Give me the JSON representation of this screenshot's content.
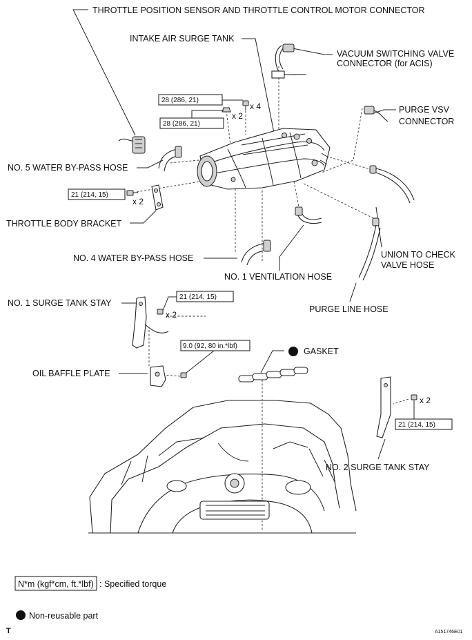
{
  "labels": {
    "throttle_sensor": "THROTTLE POSITION SENSOR AND THROTTLE CONTROL MOTOR CONNECTOR",
    "surge_tank": "INTAKE AIR SURGE TANK",
    "vsv_line1": "VACUUM SWITCHING VALVE",
    "vsv_line2": "CONNECTOR (for ACIS)",
    "purge_vsv_line1": "PURGE VSV",
    "purge_vsv_line2": "CONNECTOR",
    "water_hose_5": "NO. 5 WATER BY-PASS HOSE",
    "throttle_bracket": "THROTTLE BODY BRACKET",
    "water_hose_4": "NO. 4 WATER BY-PASS HOSE",
    "ventilation_hose": "NO. 1 VENTILATION HOSE",
    "union_line1": "UNION TO CHECK",
    "union_line2": "VALVE HOSE",
    "purge_line_hose": "PURGE LINE HOSE",
    "surge_stay_1": "NO. 1 SURGE TANK STAY",
    "oil_baffle": "OIL BAFFLE PLATE",
    "gasket": "GASKET",
    "surge_stay_2": "NO. 2 SURGE TANK STAY"
  },
  "torques": {
    "t1": "28 (286, 21)",
    "t2": "28 (286, 21)",
    "t3": "21 (214, 15)",
    "t4": "21 (214, 15)",
    "t5": "9.0 (92, 80 in.*lbf)",
    "t6": "21 (214, 15)"
  },
  "multipliers": {
    "m1": "x 4",
    "m2": "x 2",
    "m3": "x 2",
    "m4": "x 2",
    "m5": "x 2"
  },
  "legend": {
    "torque_box": "N*m (kgf*cm, ft.*lbf)",
    "torque_text": ": Specified torque",
    "nonreusable_text": "Non-reusable part"
  },
  "footer": {
    "left_code": "T",
    "figure_id": "A151746E01"
  }
}
